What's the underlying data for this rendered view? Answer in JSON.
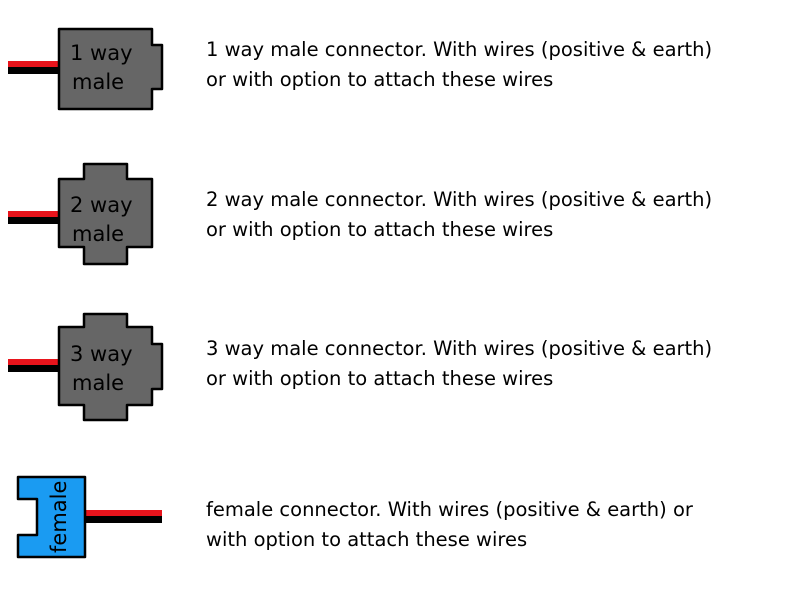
{
  "colors": {
    "wire_positive": "#e8141c",
    "wire_earth": "#000000",
    "male_body": "#666666",
    "female_body": "#1a9bf2",
    "outline": "#000000",
    "background": "#ffffff"
  },
  "connectors": [
    {
      "type": "male",
      "label_lines": [
        "1 way",
        "male"
      ],
      "description_lines": [
        "1 way male connector. With wires (positive & earth)",
        "or with option to attach these wires"
      ]
    },
    {
      "type": "male",
      "label_lines": [
        "2 way",
        "male"
      ],
      "description_lines": [
        "2 way male connector. With wires (positive & earth)",
        "or with option to attach these wires"
      ]
    },
    {
      "type": "male",
      "label_lines": [
        "3 way",
        "male"
      ],
      "description_lines": [
        "3 way male connector. With wires (positive & earth)",
        "or with option to attach these wires"
      ]
    },
    {
      "type": "female",
      "label_lines": [
        "female"
      ],
      "description_lines": [
        "female connector. With wires (positive & earth) or",
        "with option to attach these wires"
      ]
    }
  ]
}
